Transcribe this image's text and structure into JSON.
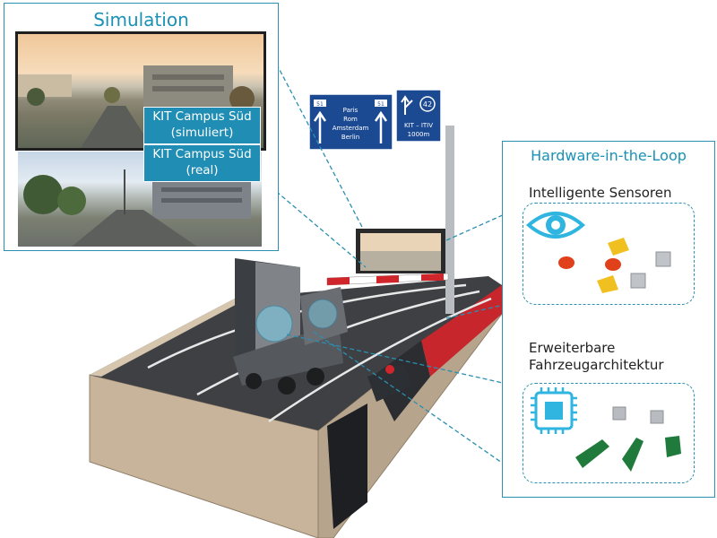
{
  "simulation": {
    "title": "Simulation",
    "sim_label": "KIT Campus Süd\n(simuliert)",
    "real_label": "KIT Campus Süd\n(real)"
  },
  "hil": {
    "title": "Hardware-in-the-Loop",
    "sensors_label": "Intelligente Sensoren",
    "architecture_label_line1": "Erweiterbare",
    "architecture_label_line2": "Fahrzeugarchitektur"
  },
  "road_sign": {
    "left": {
      "route": "51",
      "destinations": [
        "Paris",
        "Rom",
        "Amsterdam",
        "Berlin"
      ],
      "route_right": "51"
    },
    "right": {
      "exit_number": "42",
      "destination": "KIT – ITIV",
      "distance": "1000m"
    }
  },
  "colors": {
    "accent": "#1f8db4",
    "panel_border": "#2a8fb0",
    "sign_blue": "#1c4a92",
    "barrier_red": "#d0262b",
    "platform_beige": "#c9b79e",
    "dark_road": "#3b3d40",
    "sensor_red": "#e0401a",
    "sensor_yellow": "#f0c020",
    "sensor_gray": "#b8bcc0",
    "block_green": "#1f7a3c"
  },
  "icons": {
    "sensors": "eye-icon",
    "architecture": "chip-icon"
  }
}
